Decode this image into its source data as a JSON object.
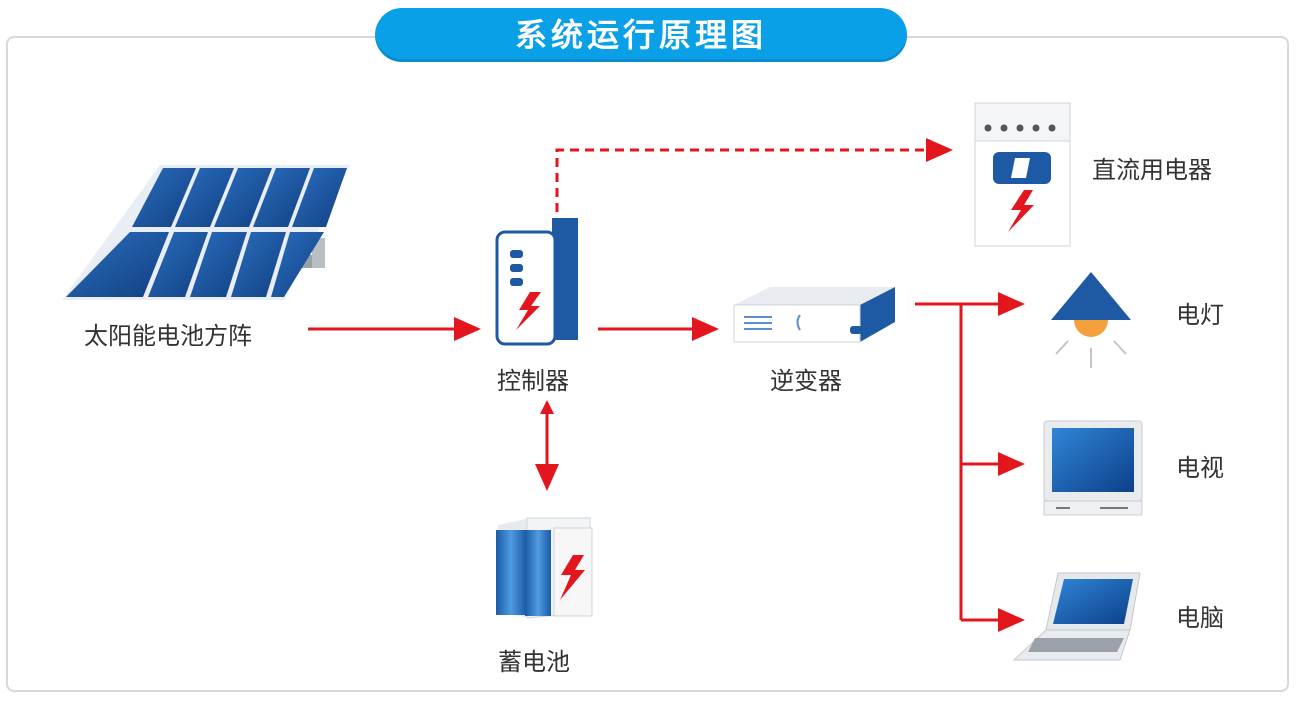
{
  "title": "系统运行原理图",
  "labels": {
    "solar": "太阳能电池方阵",
    "controller": "控制器",
    "battery": "蓄电池",
    "inverter": "逆变器",
    "dc_appliance": "直流用电器",
    "lamp": "电灯",
    "tv": "电视",
    "computer": "电脑"
  },
  "colors": {
    "accent": "#0aa0e8",
    "arrow": "#e3161e",
    "device_blue": "#1f5fa8"
  }
}
